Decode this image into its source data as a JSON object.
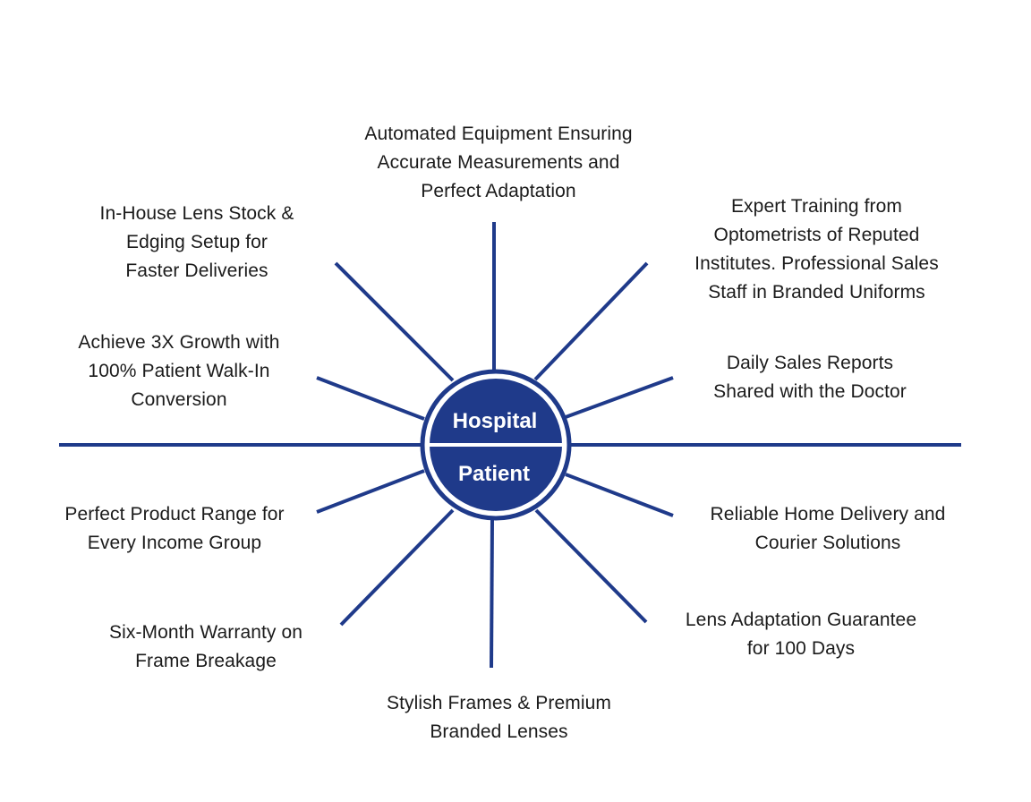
{
  "diagram": {
    "colors": {
      "spoke": "#1f3a8a",
      "hub_fill": "#1f3a8a",
      "hub_ring": "#1f3a8a",
      "hub_text": "#ffffff",
      "label_text": "#1b1b1b"
    },
    "hub": {
      "top_label": "Hospital",
      "bottom_label": "Patient"
    },
    "labels": {
      "top": "Automated Equipment Ensuring\nAccurate Measurements and\nPerfect Adaptation",
      "top_left": "In-House Lens Stock &\nEdging Setup for\nFaster Deliveries",
      "top_right": "Expert Training from\nOptometrists of Reputed\nInstitutes. Professional Sales\nStaff in Branded Uniforms",
      "mid_left": "Achieve 3X Growth with\n100% Patient Walk-In\nConversion",
      "mid_right": "Daily Sales Reports\nShared with the Doctor",
      "low_left": "Perfect Product Range for\nEvery Income Group",
      "low_right": "Reliable Home Delivery and\nCourier Solutions",
      "bottom_left": "Six-Month Warranty on\nFrame Breakage",
      "bottom_right": "Lens Adaptation Guarantee\nfor 100 Days",
      "bottom": "Stylish Frames & Premium\nBranded Lenses"
    }
  }
}
